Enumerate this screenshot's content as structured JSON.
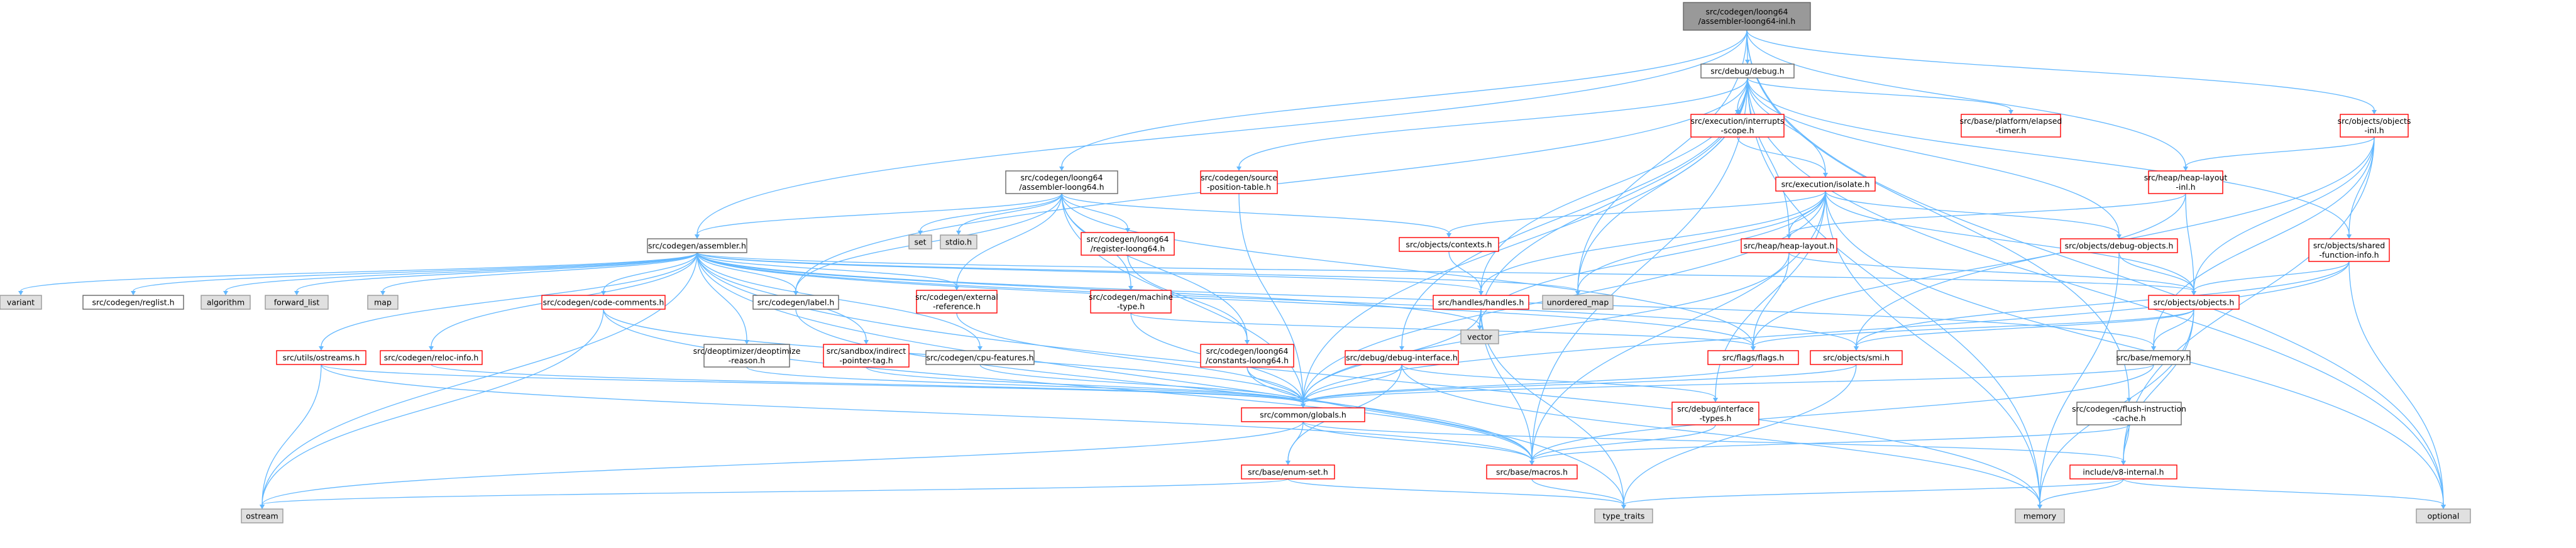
{
  "colors": {
    "root_fill": "#999999",
    "root_border": "#666666",
    "normal_fill": "#ffffff",
    "normal_border": "#666666",
    "truncated_border": "#ff0000",
    "system_fill": "#e0e0e0",
    "system_border": "#999999",
    "edge": "#63b8ff"
  },
  "graph": {
    "nodes": [
      {
        "id": "root",
        "kind": "root",
        "lines": [
          "src/codegen/loong64",
          "/assembler-loong64-inl.h"
        ]
      },
      {
        "id": "debug",
        "kind": "normal",
        "lines": [
          "src/debug/debug.h"
        ]
      },
      {
        "id": "interrupts",
        "kind": "truncated",
        "lines": [
          "src/execution/interrupts",
          "-scope.h"
        ]
      },
      {
        "id": "elapsed",
        "kind": "truncated",
        "lines": [
          "src/base/platform/elapsed",
          "-timer.h"
        ]
      },
      {
        "id": "objects_inl",
        "kind": "truncated",
        "lines": [
          "src/objects/objects",
          "-inl.h"
        ]
      },
      {
        "id": "srcpos",
        "kind": "truncated",
        "lines": [
          "src/codegen/source",
          "-position-table.h"
        ]
      },
      {
        "id": "asm_loong",
        "kind": "normal",
        "lines": [
          "src/codegen/loong64",
          "/assembler-loong64.h"
        ]
      },
      {
        "id": "isolate",
        "kind": "truncated",
        "lines": [
          "src/execution/isolate.h"
        ]
      },
      {
        "id": "heaplayout_inl",
        "kind": "truncated",
        "lines": [
          "src/heap/heap-layout",
          "-inl.h"
        ]
      },
      {
        "id": "assembler",
        "kind": "normal",
        "lines": [
          "src/codegen/assembler.h"
        ]
      },
      {
        "id": "set",
        "kind": "system",
        "lines": [
          "set"
        ]
      },
      {
        "id": "stdio",
        "kind": "system",
        "lines": [
          "stdio.h"
        ]
      },
      {
        "id": "reg_loong",
        "kind": "truncated",
        "lines": [
          "src/codegen/loong64",
          "/register-loong64.h"
        ]
      },
      {
        "id": "contexts",
        "kind": "truncated",
        "lines": [
          "src/objects/contexts.h"
        ]
      },
      {
        "id": "heaplayout",
        "kind": "truncated",
        "lines": [
          "src/heap/heap-layout.h"
        ]
      },
      {
        "id": "debugobj",
        "kind": "truncated",
        "lines": [
          "src/objects/debug-objects.h"
        ]
      },
      {
        "id": "sharedfn",
        "kind": "truncated",
        "lines": [
          "src/objects/shared",
          "-function-info.h"
        ]
      },
      {
        "id": "variant",
        "kind": "system",
        "lines": [
          "variant"
        ]
      },
      {
        "id": "reglist",
        "kind": "normal",
        "lines": [
          "src/codegen/reglist.h"
        ]
      },
      {
        "id": "algorithm",
        "kind": "system",
        "lines": [
          "algorithm"
        ]
      },
      {
        "id": "fwdlist",
        "kind": "system",
        "lines": [
          "forward_list"
        ]
      },
      {
        "id": "map",
        "kind": "system",
        "lines": [
          "map"
        ]
      },
      {
        "id": "label",
        "kind": "normal",
        "lines": [
          "src/codegen/label.h"
        ]
      },
      {
        "id": "extref",
        "kind": "truncated",
        "lines": [
          "src/codegen/external",
          "-reference.h"
        ]
      },
      {
        "id": "mtype",
        "kind": "truncated",
        "lines": [
          "src/codegen/machine",
          "-type.h"
        ]
      },
      {
        "id": "handles",
        "kind": "truncated",
        "lines": [
          "src/handles/handles.h"
        ]
      },
      {
        "id": "umap",
        "kind": "system",
        "lines": [
          "unordered_map"
        ]
      },
      {
        "id": "objects",
        "kind": "truncated",
        "lines": [
          "src/objects/objects.h"
        ]
      },
      {
        "id": "codecomments",
        "kind": "truncated",
        "lines": [
          "src/codegen/code-comments.h"
        ]
      },
      {
        "id": "deoptreason",
        "kind": "normal",
        "lines": [
          "src/deoptimizer/deoptimize",
          "-reason.h"
        ]
      },
      {
        "id": "cpufeat",
        "kind": "normal",
        "lines": [
          "src/codegen/cpu-features.h"
        ]
      },
      {
        "id": "const_loong",
        "kind": "truncated",
        "lines": [
          "src/codegen/loong64",
          "/constants-loong64.h"
        ]
      },
      {
        "id": "debugiface",
        "kind": "truncated",
        "lines": [
          "src/debug/debug-interface.h"
        ]
      },
      {
        "id": "vector",
        "kind": "system",
        "lines": [
          "vector"
        ]
      },
      {
        "id": "flags",
        "kind": "truncated",
        "lines": [
          "src/flags/flags.h"
        ]
      },
      {
        "id": "smi",
        "kind": "truncated",
        "lines": [
          "src/objects/smi.h"
        ]
      },
      {
        "id": "memory_h",
        "kind": "normal",
        "lines": [
          "src/base/memory.h"
        ]
      },
      {
        "id": "ostreams",
        "kind": "truncated",
        "lines": [
          "src/utils/ostreams.h"
        ]
      },
      {
        "id": "relocinfo",
        "kind": "truncated",
        "lines": [
          "src/codegen/reloc-info.h"
        ]
      },
      {
        "id": "sandbox",
        "kind": "truncated",
        "lines": [
          "src/sandbox/indirect",
          "-pointer-tag.h"
        ]
      },
      {
        "id": "globals",
        "kind": "truncated",
        "lines": [
          "src/common/globals.h"
        ]
      },
      {
        "id": "ifacetypes",
        "kind": "truncated",
        "lines": [
          "src/debug/interface",
          "-types.h"
        ]
      },
      {
        "id": "flushcache",
        "kind": "normal",
        "lines": [
          "src/codegen/flush-instruction",
          "-cache.h"
        ]
      },
      {
        "id": "enumset",
        "kind": "truncated",
        "lines": [
          "src/base/enum-set.h"
        ]
      },
      {
        "id": "macros",
        "kind": "truncated",
        "lines": [
          "src/base/macros.h"
        ]
      },
      {
        "id": "v8internal",
        "kind": "truncated",
        "lines": [
          "include/v8-internal.h"
        ]
      },
      {
        "id": "ostream",
        "kind": "system",
        "lines": [
          "ostream"
        ]
      },
      {
        "id": "typetraits",
        "kind": "system",
        "lines": [
          "type_traits"
        ]
      },
      {
        "id": "memory",
        "kind": "system",
        "lines": [
          "memory"
        ]
      },
      {
        "id": "optional",
        "kind": "system",
        "lines": [
          "optional"
        ]
      }
    ],
    "edges": [
      [
        "root",
        "debug"
      ],
      [
        "root",
        "assembler"
      ],
      [
        "root",
        "asm_loong"
      ],
      [
        "root",
        "objects_inl"
      ],
      [
        "root",
        "heaplayout_inl"
      ],
      [
        "root",
        "umap"
      ],
      [
        "root",
        "flushcache"
      ],
      [
        "root",
        "optional"
      ],
      [
        "debug",
        "interrupts"
      ],
      [
        "debug",
        "elapsed"
      ],
      [
        "debug",
        "srcpos"
      ],
      [
        "debug",
        "isolate"
      ],
      [
        "debug",
        "heaplayout"
      ],
      [
        "debug",
        "debugobj"
      ],
      [
        "debug",
        "sharedfn"
      ],
      [
        "debug",
        "debugiface"
      ],
      [
        "debug",
        "globals"
      ],
      [
        "debug",
        "handles"
      ],
      [
        "debug",
        "umap"
      ],
      [
        "debug",
        "vector"
      ],
      [
        "debug",
        "memory"
      ],
      [
        "debug",
        "optional"
      ],
      [
        "debug",
        "macros"
      ],
      [
        "debug",
        "label"
      ],
      [
        "interrupts",
        "isolate"
      ],
      [
        "objects_inl",
        "heaplayout_inl"
      ],
      [
        "objects_inl",
        "sharedfn"
      ],
      [
        "objects_inl",
        "objects"
      ],
      [
        "objects_inl",
        "memory_h"
      ],
      [
        "objects_inl",
        "smi"
      ],
      [
        "objects_inl",
        "v8internal"
      ],
      [
        "srcpos",
        "globals"
      ],
      [
        "asm_loong",
        "assembler"
      ],
      [
        "asm_loong",
        "set"
      ],
      [
        "asm_loong",
        "stdio"
      ],
      [
        "asm_loong",
        "reg_loong"
      ],
      [
        "asm_loong",
        "contexts"
      ],
      [
        "asm_loong",
        "extref"
      ],
      [
        "asm_loong",
        "mtype"
      ],
      [
        "asm_loong",
        "const_loong"
      ],
      [
        "asm_loong",
        "label"
      ],
      [
        "asm_loong",
        "flags"
      ],
      [
        "asm_loong",
        "globals"
      ],
      [
        "isolate",
        "contexts"
      ],
      [
        "isolate",
        "heaplayout"
      ],
      [
        "isolate",
        "debugobj"
      ],
      [
        "isolate",
        "handles"
      ],
      [
        "isolate",
        "umap"
      ],
      [
        "isolate",
        "vector"
      ],
      [
        "isolate",
        "memory"
      ],
      [
        "isolate",
        "optional"
      ],
      [
        "isolate",
        "globals"
      ],
      [
        "isolate",
        "macros"
      ],
      [
        "isolate",
        "objects"
      ],
      [
        "isolate",
        "ifacetypes"
      ],
      [
        "heaplayout_inl",
        "heaplayout"
      ],
      [
        "heaplayout_inl",
        "objects"
      ],
      [
        "heaplayout_inl",
        "flags"
      ],
      [
        "assembler",
        "variant"
      ],
      [
        "assembler",
        "reglist"
      ],
      [
        "assembler",
        "algorithm"
      ],
      [
        "assembler",
        "fwdlist"
      ],
      [
        "assembler",
        "map"
      ],
      [
        "assembler",
        "label"
      ],
      [
        "assembler",
        "extref"
      ],
      [
        "assembler",
        "handles"
      ],
      [
        "assembler",
        "umap"
      ],
      [
        "assembler",
        "objects"
      ],
      [
        "assembler",
        "codecomments"
      ],
      [
        "assembler",
        "deoptreason"
      ],
      [
        "assembler",
        "cpufeat"
      ],
      [
        "assembler",
        "ostreams"
      ],
      [
        "assembler",
        "relocinfo"
      ],
      [
        "assembler",
        "sandbox"
      ],
      [
        "assembler",
        "ostream"
      ],
      [
        "assembler",
        "typetraits"
      ],
      [
        "assembler",
        "memory"
      ],
      [
        "assembler",
        "vector"
      ],
      [
        "assembler",
        "flags"
      ],
      [
        "assembler",
        "smi"
      ],
      [
        "assembler",
        "memory_h"
      ],
      [
        "reg_loong",
        "const_loong"
      ],
      [
        "contexts",
        "handles"
      ],
      [
        "heaplayout",
        "objects"
      ],
      [
        "heaplayout",
        "globals"
      ],
      [
        "heaplayout",
        "flags"
      ],
      [
        "debugobj",
        "objects"
      ],
      [
        "debugobj",
        "memory"
      ],
      [
        "sharedfn",
        "objects"
      ],
      [
        "sharedfn",
        "optional"
      ],
      [
        "sharedfn",
        "smi"
      ],
      [
        "sharedfn",
        "globals"
      ],
      [
        "label",
        "macros"
      ],
      [
        "extref",
        "globals"
      ],
      [
        "mtype",
        "globals"
      ],
      [
        "mtype",
        "flags"
      ],
      [
        "handles",
        "globals"
      ],
      [
        "handles",
        "vector"
      ],
      [
        "handles",
        "macros"
      ],
      [
        "handles",
        "typetraits"
      ],
      [
        "objects",
        "flags"
      ],
      [
        "objects",
        "memory_h"
      ],
      [
        "objects",
        "smi"
      ],
      [
        "objects",
        "v8internal"
      ],
      [
        "objects",
        "memory"
      ],
      [
        "codecomments",
        "ostream"
      ],
      [
        "codecomments",
        "macros"
      ],
      [
        "codecomments",
        "globals"
      ],
      [
        "deoptreason",
        "globals"
      ],
      [
        "cpufeat",
        "globals"
      ],
      [
        "const_loong",
        "globals"
      ],
      [
        "const_loong",
        "macros"
      ],
      [
        "debugiface",
        "globals"
      ],
      [
        "debugiface",
        "ifacetypes"
      ],
      [
        "debugiface",
        "memory"
      ],
      [
        "debugiface",
        "enumset"
      ],
      [
        "flags",
        "globals"
      ],
      [
        "smi",
        "globals"
      ],
      [
        "smi",
        "typetraits"
      ],
      [
        "memory_h",
        "globals"
      ],
      [
        "memory_h",
        "macros"
      ],
      [
        "ostreams",
        "ostream"
      ],
      [
        "ostreams",
        "macros"
      ],
      [
        "ostreams",
        "globals"
      ],
      [
        "relocinfo",
        "globals"
      ],
      [
        "sandbox",
        "globals"
      ],
      [
        "globals",
        "ostream"
      ],
      [
        "globals",
        "macros"
      ],
      [
        "globals",
        "enumset"
      ],
      [
        "globals",
        "v8internal"
      ],
      [
        "ifacetypes",
        "macros"
      ],
      [
        "flushcache",
        "macros"
      ],
      [
        "flushcache",
        "v8internal"
      ],
      [
        "enumset",
        "typetraits"
      ],
      [
        "enumset",
        "ostream"
      ],
      [
        "macros",
        "typetraits"
      ],
      [
        "v8internal",
        "memory"
      ],
      [
        "v8internal",
        "optional"
      ],
      [
        "v8internal",
        "typetraits"
      ]
    ]
  }
}
